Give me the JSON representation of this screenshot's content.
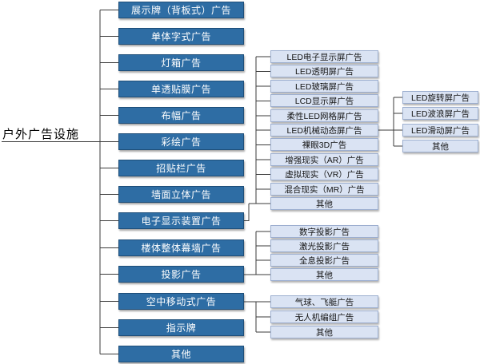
{
  "colors": {
    "canvas_bg": "#FFFFFF",
    "node_fill": "#2E6DA4",
    "node_border": "#1E4E79",
    "leaf_fill": "#DAE3F3",
    "leaf_border": "#9DAFD0",
    "line": "#3B3B3B"
  },
  "tree": {
    "root": "户外广告设施",
    "main": [
      "展示牌（背板式）广告",
      "单体字式广告",
      "灯箱广告",
      "单透贴膜广告",
      "布幅广告",
      "彩绘广告",
      "招贴栏广告",
      "墙面立体广告",
      "电子显示装置广告",
      "楼体整体幕墙广告",
      "投影广告",
      "空中移动式广告",
      "指示牌",
      "其他"
    ],
    "electronic": [
      "LED电子显示屏广告",
      "LED透明屏广告",
      "LED玻璃屏广告",
      "LCD显示屏广告",
      "柔性LED网格屏广告",
      "LED机械动态屏广告",
      "裸眼3D广告",
      "增强现实（AR）广告",
      "虚拟现实（VR）广告",
      "混合现实（MR）广告",
      "其他"
    ],
    "mechanical": [
      "LED旋转屏广告",
      "LED波浪屏广告",
      "LED滑动屏广告",
      "其他"
    ],
    "projection": [
      "数字投影广告",
      "激光投影广告",
      "全息投影广告",
      "其他"
    ],
    "air": [
      "气球、飞艇广告",
      "无人机编组广告",
      "其他"
    ]
  }
}
